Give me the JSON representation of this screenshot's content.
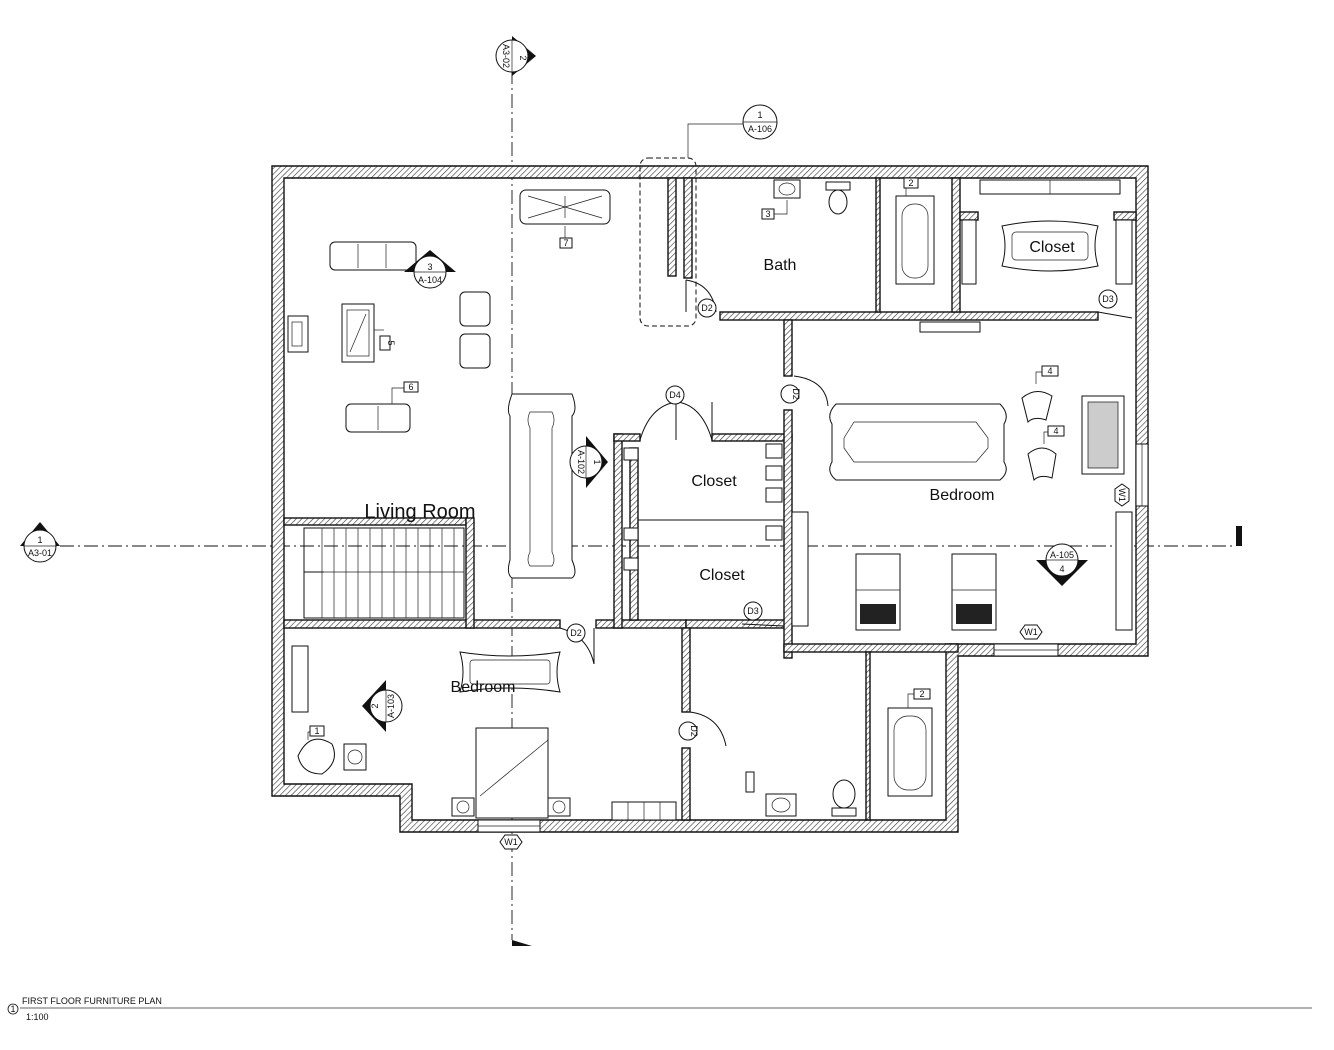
{
  "rooms": {
    "living_room": "Living Room",
    "bath": "Bath",
    "closet_top": "Closet",
    "closet_mid1": "Closet",
    "closet_mid2": "Closet",
    "bedroom_right": "Bedroom",
    "bedroom_left": "Bedroom"
  },
  "section_markers": {
    "a3_01": {
      "num": "1",
      "sheet": "A3-01"
    },
    "a3_02": {
      "num": "2",
      "sheet": "A3-02"
    },
    "a106": {
      "num": "1",
      "sheet": "A-106"
    },
    "a104": {
      "num": "3",
      "sheet": "A-104"
    },
    "a102": {
      "num": "1",
      "sheet": "A-102"
    },
    "a103": {
      "num": "2",
      "sheet": "A-103"
    },
    "a105": {
      "num": "4",
      "sheet": "A-105"
    }
  },
  "door_tags": {
    "d2_a": "D2",
    "d2_b": "D2",
    "d2_c": "D2",
    "d2_d": "D2",
    "d3_a": "D3",
    "d3_b": "D3",
    "d4": "D4"
  },
  "window_tags": {
    "w1_a": "W1",
    "w1_b": "W1",
    "w1_c": "W1"
  },
  "furniture_tags": {
    "f7": "7",
    "f3_bath": "3",
    "f2_tub_top": "2",
    "f5": "5",
    "f6": "6",
    "f4_a": "4",
    "f4_b": "4",
    "f1": "1",
    "f2_tub_bottom": "2"
  },
  "title": {
    "number": "1",
    "name": "FIRST FLOOR FURNITURE PLAN",
    "scale": "1:100"
  }
}
